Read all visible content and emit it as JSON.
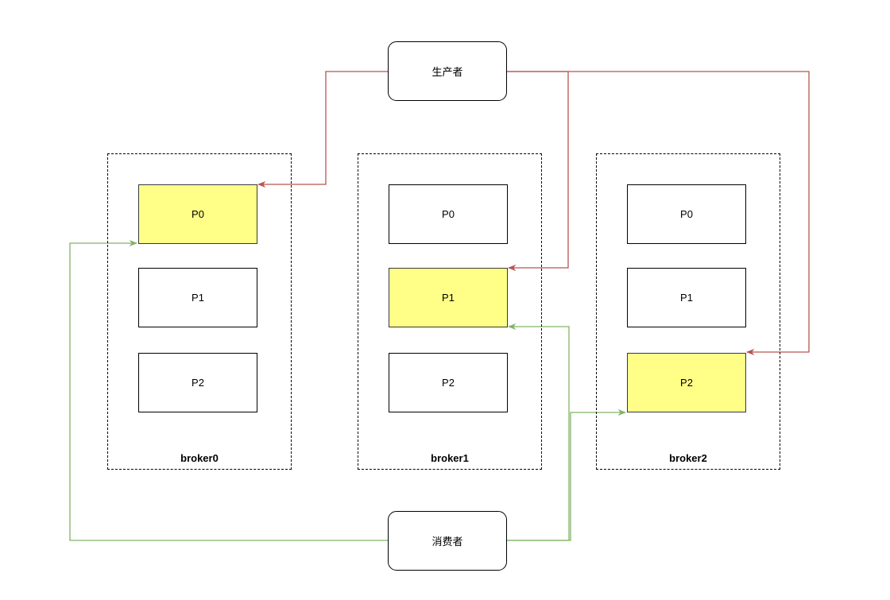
{
  "producer": {
    "label": "生产者"
  },
  "consumer": {
    "label": "消费者"
  },
  "brokers": [
    {
      "label": "broker0",
      "partitions": [
        "P0",
        "P1",
        "P2"
      ],
      "highlighted": "P0"
    },
    {
      "label": "broker1",
      "partitions": [
        "P0",
        "P1",
        "P2"
      ],
      "highlighted": "P1"
    },
    {
      "label": "broker2",
      "partitions": [
        "P0",
        "P1",
        "P2"
      ],
      "highlighted": "P2"
    }
  ],
  "colors": {
    "producer_link": "#b85450",
    "consumer_link": "#82b366",
    "highlight_fill": "#ffff88"
  }
}
